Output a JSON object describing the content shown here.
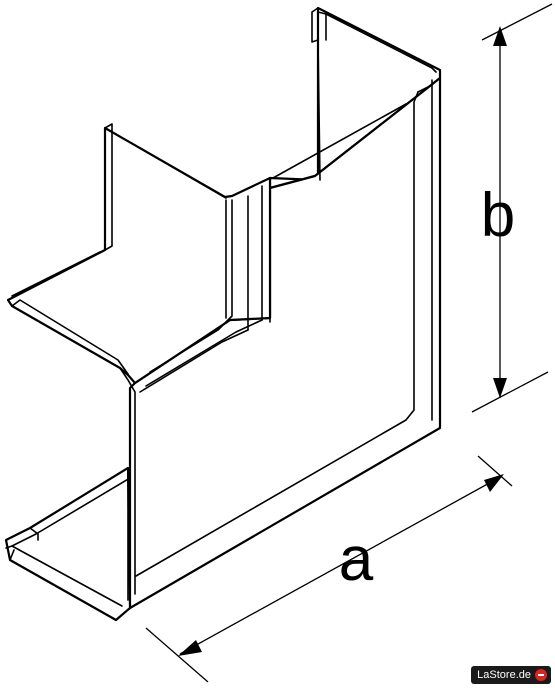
{
  "diagram": {
    "dimension_a": "a",
    "dimension_b": "b"
  },
  "watermark": {
    "text": "LaStore.de"
  }
}
